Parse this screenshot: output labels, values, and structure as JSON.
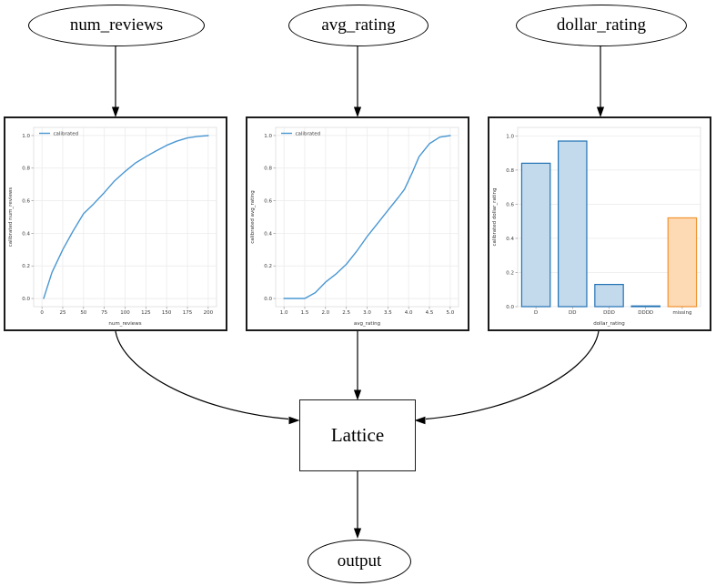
{
  "diagram": {
    "input_nodes": [
      {
        "id": "num_reviews",
        "label": "num_reviews"
      },
      {
        "id": "avg_rating",
        "label": "avg_rating"
      },
      {
        "id": "dollar_rating",
        "label": "dollar_rating"
      }
    ],
    "lattice_label": "Lattice",
    "output_label": "output"
  },
  "colors": {
    "line_blue": "#4a97d2",
    "bar_blue_fill": "#c3d9ec",
    "bar_blue_edge": "#2272b4",
    "bar_orange_fill": "#fdd9b4",
    "bar_orange_edge": "#f0932f",
    "grid": "#ebebeb",
    "edge_black": "#000000"
  },
  "chart_data": [
    {
      "type": "line",
      "title": "",
      "legend_position": "upper left",
      "grid": true,
      "xlabel": "num_reviews",
      "ylabel": "calibrated num_reviews",
      "xlim": [
        -10,
        210
      ],
      "ylim": [
        -0.05,
        1.05
      ],
      "xtick_vals": [
        0,
        25,
        50,
        75,
        100,
        125,
        150,
        175,
        200
      ],
      "xtick_labels": [
        "0",
        "25",
        "50",
        "75",
        "100",
        "125",
        "150",
        "175",
        "200"
      ],
      "ytick_vals": [
        0,
        0.2,
        0.4,
        0.6,
        0.8,
        1.0
      ],
      "ytick_labels": [
        "0.0",
        "0.2",
        "0.4",
        "0.6",
        "0.8",
        "1.0"
      ],
      "line_color": "#4a97d2",
      "series": [
        {
          "name": "calibrated",
          "x": [
            2,
            12,
            25,
            37,
            50,
            62,
            75,
            87,
            100,
            112,
            125,
            137,
            150,
            162,
            175,
            187,
            200
          ],
          "y": [
            0.0,
            0.16,
            0.3,
            0.41,
            0.52,
            0.58,
            0.65,
            0.72,
            0.78,
            0.83,
            0.87,
            0.905,
            0.94,
            0.965,
            0.985,
            0.995,
            1.0
          ]
        }
      ]
    },
    {
      "type": "line",
      "title": "",
      "legend_position": "upper left",
      "grid": true,
      "xlabel": "avg_rating",
      "ylabel": "calibrated avg_rating",
      "xlim": [
        0.8,
        5.2
      ],
      "ylim": [
        -0.05,
        1.05
      ],
      "xtick_vals": [
        1.0,
        1.5,
        2.0,
        2.5,
        3.0,
        3.5,
        4.0,
        4.5,
        5.0
      ],
      "xtick_labels": [
        "1.0",
        "1.5",
        "2.0",
        "2.5",
        "3.0",
        "3.5",
        "4.0",
        "4.5",
        "5.0"
      ],
      "ytick_vals": [
        0,
        0.2,
        0.4,
        0.6,
        0.8,
        1.0
      ],
      "ytick_labels": [
        "0.0",
        "0.2",
        "0.4",
        "0.6",
        "0.8",
        "1.0"
      ],
      "line_color": "#4a97d2",
      "series": [
        {
          "name": "calibrated",
          "x": [
            1.0,
            1.25,
            1.5,
            1.75,
            2.0,
            2.25,
            2.5,
            2.75,
            3.0,
            3.25,
            3.5,
            3.75,
            3.9,
            4.1,
            4.25,
            4.5,
            4.75,
            5.0
          ],
          "y": [
            0.0,
            0.0,
            0.0,
            0.035,
            0.1,
            0.15,
            0.21,
            0.29,
            0.38,
            0.46,
            0.54,
            0.62,
            0.67,
            0.78,
            0.87,
            0.95,
            0.99,
            1.0
          ]
        }
      ]
    },
    {
      "type": "bar",
      "title": "",
      "grid": true,
      "xlabel": "dollar_rating",
      "ylabel": "calibrated dollar_rating",
      "ylim": [
        0,
        1.05
      ],
      "ytick_vals": [
        0,
        0.2,
        0.4,
        0.6,
        0.8,
        1.0
      ],
      "ytick_labels": [
        "0.0",
        "0.2",
        "0.4",
        "0.6",
        "0.8",
        "1.0"
      ],
      "categories": [
        "D",
        "DD",
        "DDD",
        "DDDD",
        "missing"
      ],
      "values": [
        0.84,
        0.97,
        0.13,
        0.004,
        0.52
      ],
      "bar_fill": [
        "#c3d9ec",
        "#c3d9ec",
        "#c3d9ec",
        "#c3d9ec",
        "#fdd9b4"
      ],
      "bar_edge": [
        "#2272b4",
        "#2272b4",
        "#2272b4",
        "#2272b4",
        "#f0932f"
      ]
    }
  ]
}
